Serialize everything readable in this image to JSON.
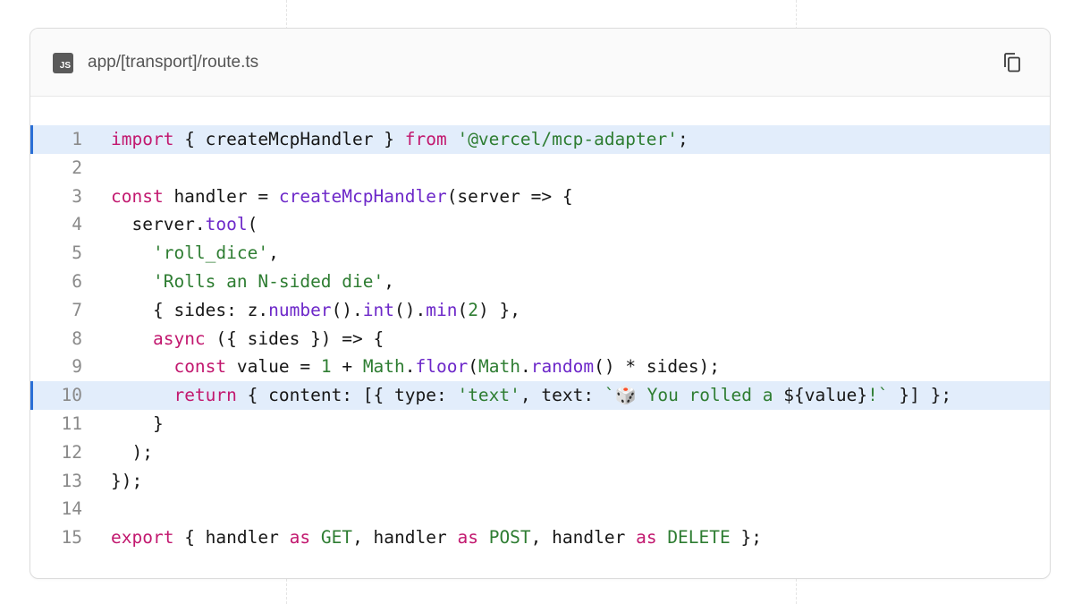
{
  "file": {
    "badge": "JS",
    "name": "app/[transport]/route.ts"
  },
  "icons": {
    "language": "javascript-file-icon",
    "copy": "copy-icon"
  },
  "colors": {
    "highlight_bg": "#e2edfb",
    "highlight_bar": "#2a6fd6",
    "keyword": "#c2186f",
    "function": "#6d28c9",
    "string": "#2e7d32"
  },
  "highlighted_lines": [
    1,
    10
  ],
  "lines": [
    {
      "n": "1",
      "tokens": [
        [
          "kw",
          "import"
        ],
        [
          "pl",
          " { createMcpHandler } "
        ],
        [
          "kw",
          "from"
        ],
        [
          "pl",
          " "
        ],
        [
          "str",
          "'@vercel/mcp-adapter'"
        ],
        [
          "pl",
          ";"
        ]
      ]
    },
    {
      "n": "2",
      "tokens": []
    },
    {
      "n": "3",
      "tokens": [
        [
          "kw",
          "const"
        ],
        [
          "pl",
          " handler = "
        ],
        [
          "fn",
          "createMcpHandler"
        ],
        [
          "pl",
          "(server => {"
        ]
      ]
    },
    {
      "n": "4",
      "tokens": [
        [
          "pl",
          "  server."
        ],
        [
          "fn",
          "tool"
        ],
        [
          "pl",
          "("
        ]
      ]
    },
    {
      "n": "5",
      "tokens": [
        [
          "pl",
          "    "
        ],
        [
          "str",
          "'roll_dice'"
        ],
        [
          "pl",
          ","
        ]
      ]
    },
    {
      "n": "6",
      "tokens": [
        [
          "pl",
          "    "
        ],
        [
          "str",
          "'Rolls an N-sided die'"
        ],
        [
          "pl",
          ","
        ]
      ]
    },
    {
      "n": "7",
      "tokens": [
        [
          "pl",
          "    { sides: z."
        ],
        [
          "fn",
          "number"
        ],
        [
          "pl",
          "()."
        ],
        [
          "fn",
          "int"
        ],
        [
          "pl",
          "()."
        ],
        [
          "fn",
          "min"
        ],
        [
          "pl",
          "("
        ],
        [
          "num",
          "2"
        ],
        [
          "pl",
          ") },"
        ]
      ]
    },
    {
      "n": "8",
      "tokens": [
        [
          "pl",
          "    "
        ],
        [
          "kw",
          "async"
        ],
        [
          "pl",
          " ({ sides }) => {"
        ]
      ]
    },
    {
      "n": "9",
      "tokens": [
        [
          "pl",
          "      "
        ],
        [
          "kw",
          "const"
        ],
        [
          "pl",
          " value = "
        ],
        [
          "num",
          "1"
        ],
        [
          "pl",
          " + "
        ],
        [
          "cls",
          "Math"
        ],
        [
          "pl",
          "."
        ],
        [
          "fn",
          "floor"
        ],
        [
          "pl",
          "("
        ],
        [
          "cls",
          "Math"
        ],
        [
          "pl",
          "."
        ],
        [
          "fn",
          "random"
        ],
        [
          "pl",
          "() * sides);"
        ]
      ]
    },
    {
      "n": "10",
      "tokens": [
        [
          "pl",
          "      "
        ],
        [
          "kw",
          "return"
        ],
        [
          "pl",
          " { content: [{ type: "
        ],
        [
          "str",
          "'text'"
        ],
        [
          "pl",
          ", text: "
        ],
        [
          "str",
          "`🎲 You rolled a "
        ],
        [
          "pl",
          "${value}"
        ],
        [
          "str",
          "!`"
        ],
        [
          "pl",
          " }] };"
        ]
      ]
    },
    {
      "n": "11",
      "tokens": [
        [
          "pl",
          "    }"
        ]
      ]
    },
    {
      "n": "12",
      "tokens": [
        [
          "pl",
          "  );"
        ]
      ]
    },
    {
      "n": "13",
      "tokens": [
        [
          "pl",
          "});"
        ]
      ]
    },
    {
      "n": "14",
      "tokens": []
    },
    {
      "n": "15",
      "tokens": [
        [
          "kw",
          "export"
        ],
        [
          "pl",
          " { handler "
        ],
        [
          "kw",
          "as"
        ],
        [
          "pl",
          " "
        ],
        [
          "cls",
          "GET"
        ],
        [
          "pl",
          ", handler "
        ],
        [
          "kw",
          "as"
        ],
        [
          "pl",
          " "
        ],
        [
          "cls",
          "POST"
        ],
        [
          "pl",
          ", handler "
        ],
        [
          "kw",
          "as"
        ],
        [
          "pl",
          " "
        ],
        [
          "cls",
          "DELETE"
        ],
        [
          "pl",
          " };"
        ]
      ]
    }
  ]
}
